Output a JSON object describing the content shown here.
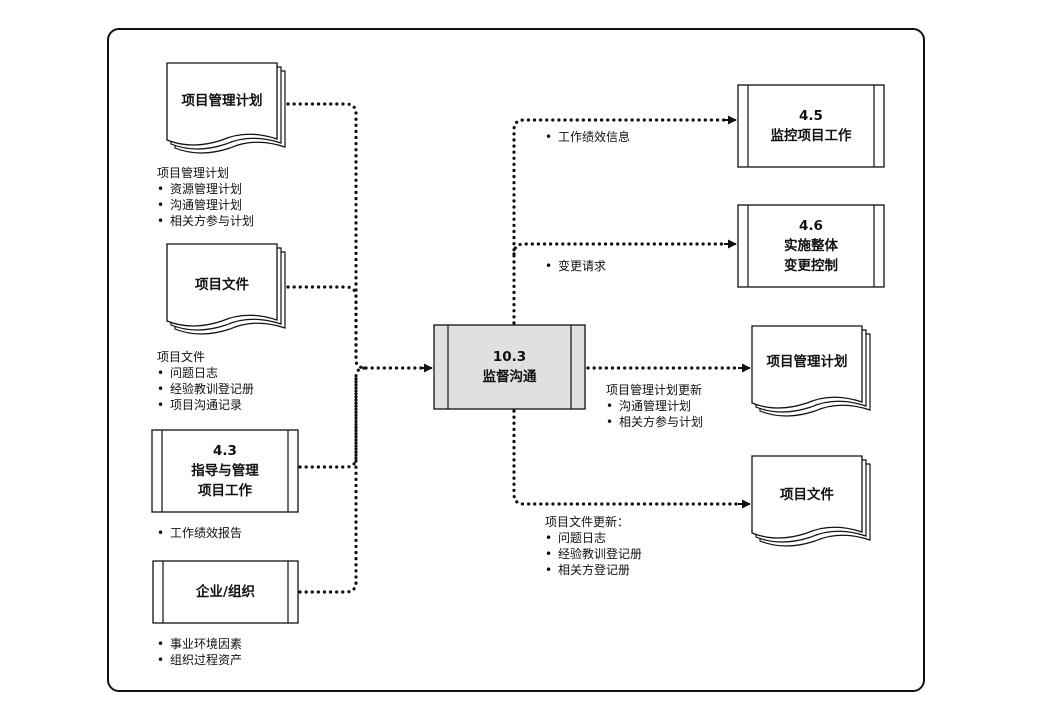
{
  "inputs": {
    "pmp": {
      "title": "项目管理计划",
      "note_heading": "项目管理计划",
      "items": [
        "资源管理计划",
        "沟通管理计划",
        "相关方参与计划"
      ]
    },
    "docs": {
      "title": "项目文件",
      "note_heading": "项目文件",
      "items": [
        "问题日志",
        "经验教训登记册",
        "项目沟通记录"
      ]
    },
    "direct": {
      "number": "4.3",
      "title_line1": "指导与管理",
      "title_line2": "项目工作",
      "items": [
        "工作绩效报告"
      ]
    },
    "org": {
      "title": "企业/组织",
      "items": [
        "事业环境因素",
        "组织过程资产"
      ]
    }
  },
  "process": {
    "number": "10.3",
    "title": "监督沟通"
  },
  "outputs": {
    "monitor": {
      "number": "4.5",
      "title": "监控项目工作",
      "items": [
        "工作绩效信息"
      ]
    },
    "change": {
      "number": "4.6",
      "title_line1": "实施整体",
      "title_line2": "变更控制",
      "items": [
        "变更请求"
      ]
    },
    "pmp_update": {
      "title": "项目管理计划",
      "note_heading": "项目管理计划更新",
      "items": [
        "沟通管理计划",
        "相关方参与计划"
      ]
    },
    "docs_update": {
      "title": "项目文件",
      "note_heading": "项目文件更新：",
      "items": [
        "问题日志",
        "经验教训登记册",
        "相关方登记册"
      ]
    }
  },
  "colors": {
    "line": "#111111",
    "process_fill": "#e0e0e0",
    "box_fill": "#ffffff"
  }
}
